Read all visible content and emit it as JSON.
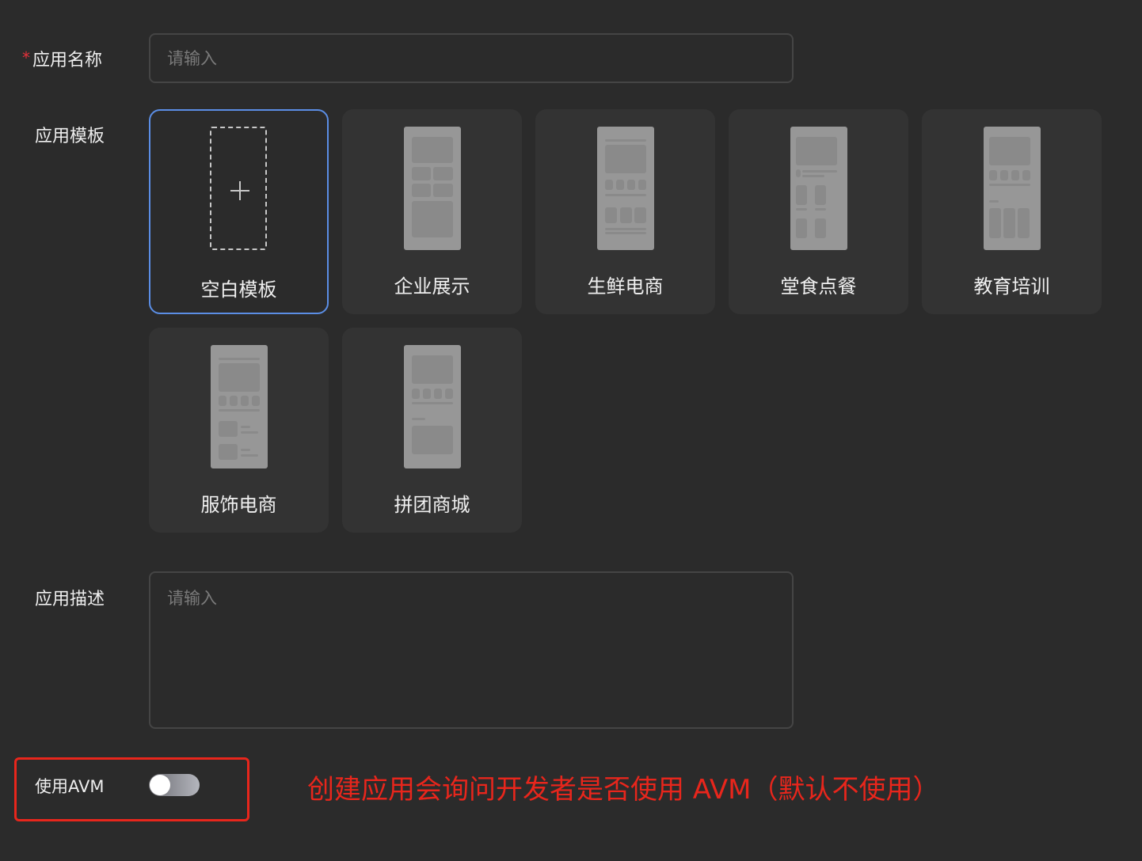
{
  "form": {
    "app_name": {
      "label": "应用名称",
      "required_mark": "*",
      "value": "",
      "placeholder": "请输入"
    },
    "app_template": {
      "label": "应用模板",
      "selected": "空白模板",
      "templates": [
        {
          "name": "空白模板",
          "icon": "blank-template-plus-icon",
          "selected": true
        },
        {
          "name": "企业展示",
          "icon": "enterprise-template-preview",
          "selected": false
        },
        {
          "name": "生鲜电商",
          "icon": "fresh-ecommerce-template-preview",
          "selected": false
        },
        {
          "name": "堂食点餐",
          "icon": "dine-in-ordering-template-preview",
          "selected": false
        },
        {
          "name": "教育培训",
          "icon": "education-training-template-preview",
          "selected": false
        },
        {
          "name": "服饰电商",
          "icon": "apparel-ecommerce-template-preview",
          "selected": false
        },
        {
          "name": "拼团商城",
          "icon": "group-buy-mall-template-preview",
          "selected": false
        }
      ]
    },
    "app_description": {
      "label": "应用描述",
      "value": "",
      "placeholder": "请输入"
    },
    "use_avm": {
      "label": "使用AVM",
      "enabled": false
    }
  },
  "annotation": {
    "text": "创建应用会询问开发者是否使用 AVM（默认不使用）",
    "color": "#e8261c"
  },
  "colors": {
    "background": "#2b2b2b",
    "card": "#333333",
    "selected_border": "#5b8ee5",
    "required": "#e5303a"
  }
}
